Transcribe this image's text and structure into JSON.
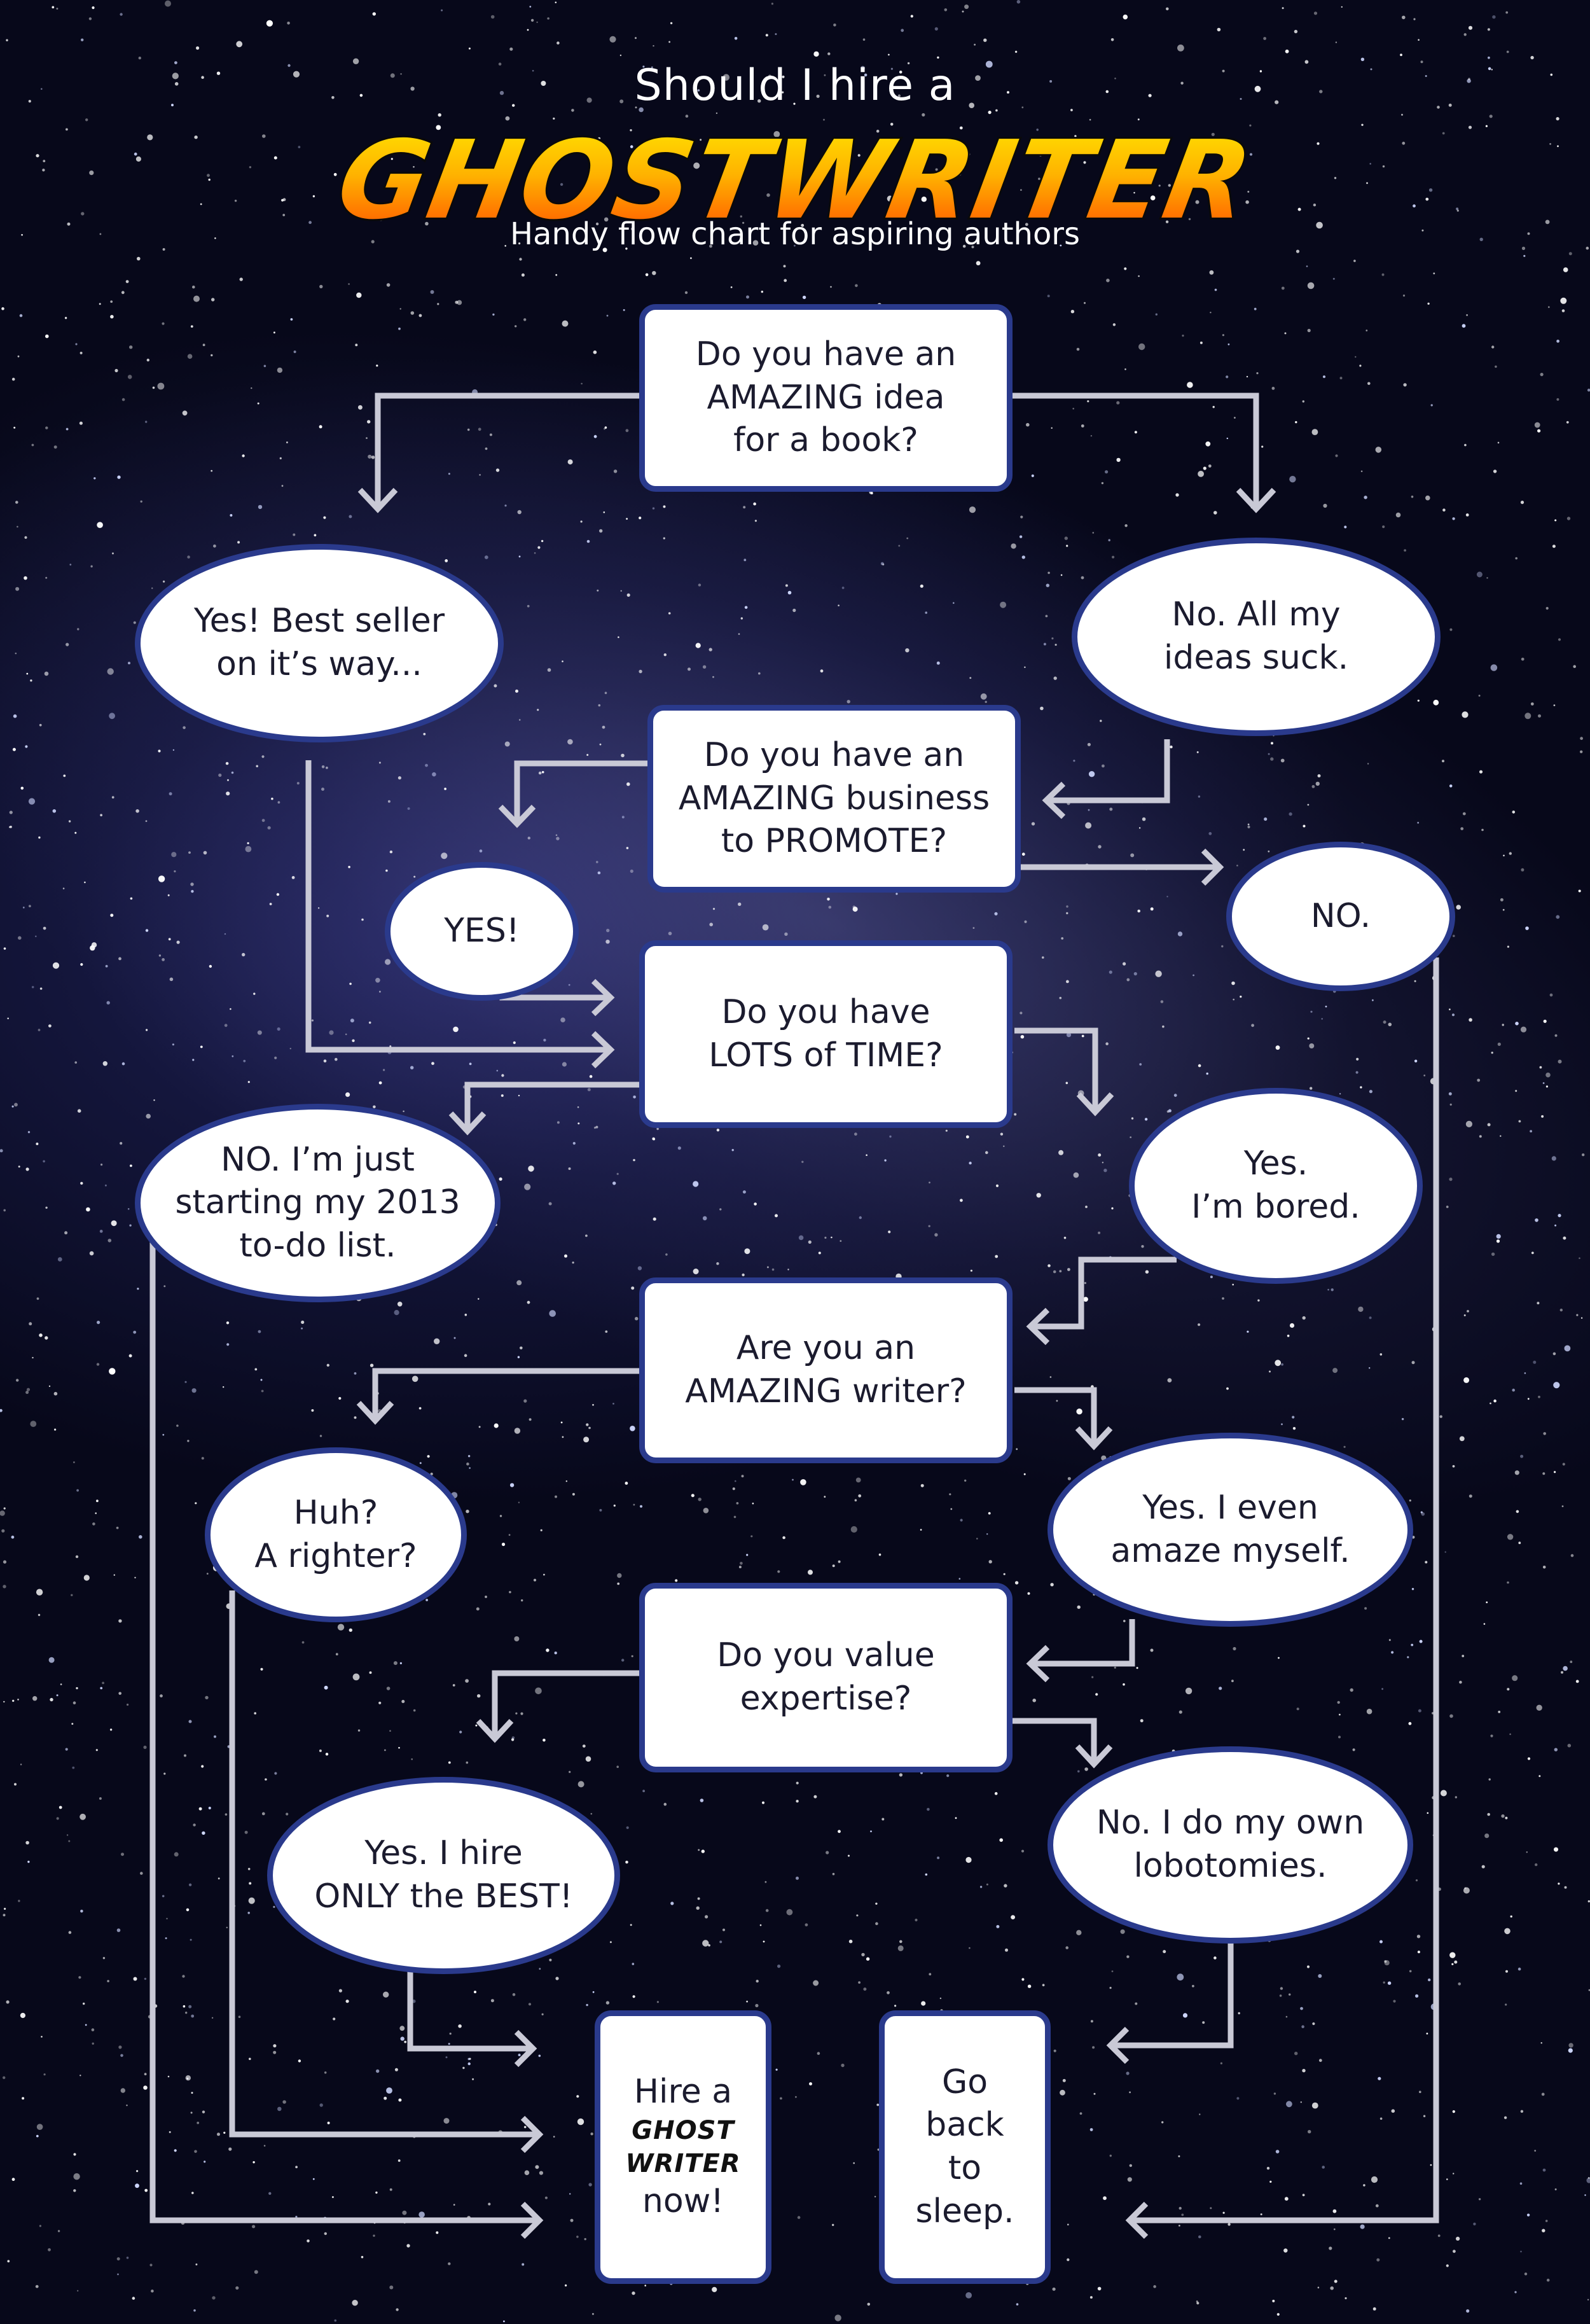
{
  "title": {
    "top": "Should I hire a",
    "main": "GHOSTWRITER",
    "subtitle": "Handy flow chart for aspiring authors"
  },
  "nodes": {
    "q_idea": "Do you have an\nAMAZING idea\nfor a book?",
    "a_bestseller": "Yes! Best seller\non it’s way...",
    "a_ideas_suck": "No. All my\nideas suck.",
    "q_business": "Do you have an\nAMAZING business\nto PROMOTE?",
    "a_yes": "YES!",
    "a_no": "NO.",
    "q_time": "Do you have\nLOTS of TIME?",
    "a_todo": "NO. I’m just\nstarting my 2013\nto-do list.",
    "a_bored": "Yes.\nI’m bored.",
    "q_writer": "Are you an\nAMAZING writer?",
    "a_righter": "Huh?\nA righter?",
    "a_amaze": "Yes. I even\namaze myself.",
    "q_expertise": "Do you value\nexpertise?",
    "a_best": "Yes. I hire\nONLY the BEST!",
    "a_lobotomies": "No. I do my own\nlobotomies.",
    "end_hire": {
      "line1": "Hire a",
      "line2": "GHOST",
      "line3": "WRITER",
      "line4": "now!"
    },
    "end_sleep": "Go\nback\nto\nsleep."
  },
  "colors": {
    "node_border": "#2a3a8c",
    "arrow": "#c9c9d6",
    "title_gradient": [
      "#ffe600",
      "#ff4a00"
    ]
  }
}
